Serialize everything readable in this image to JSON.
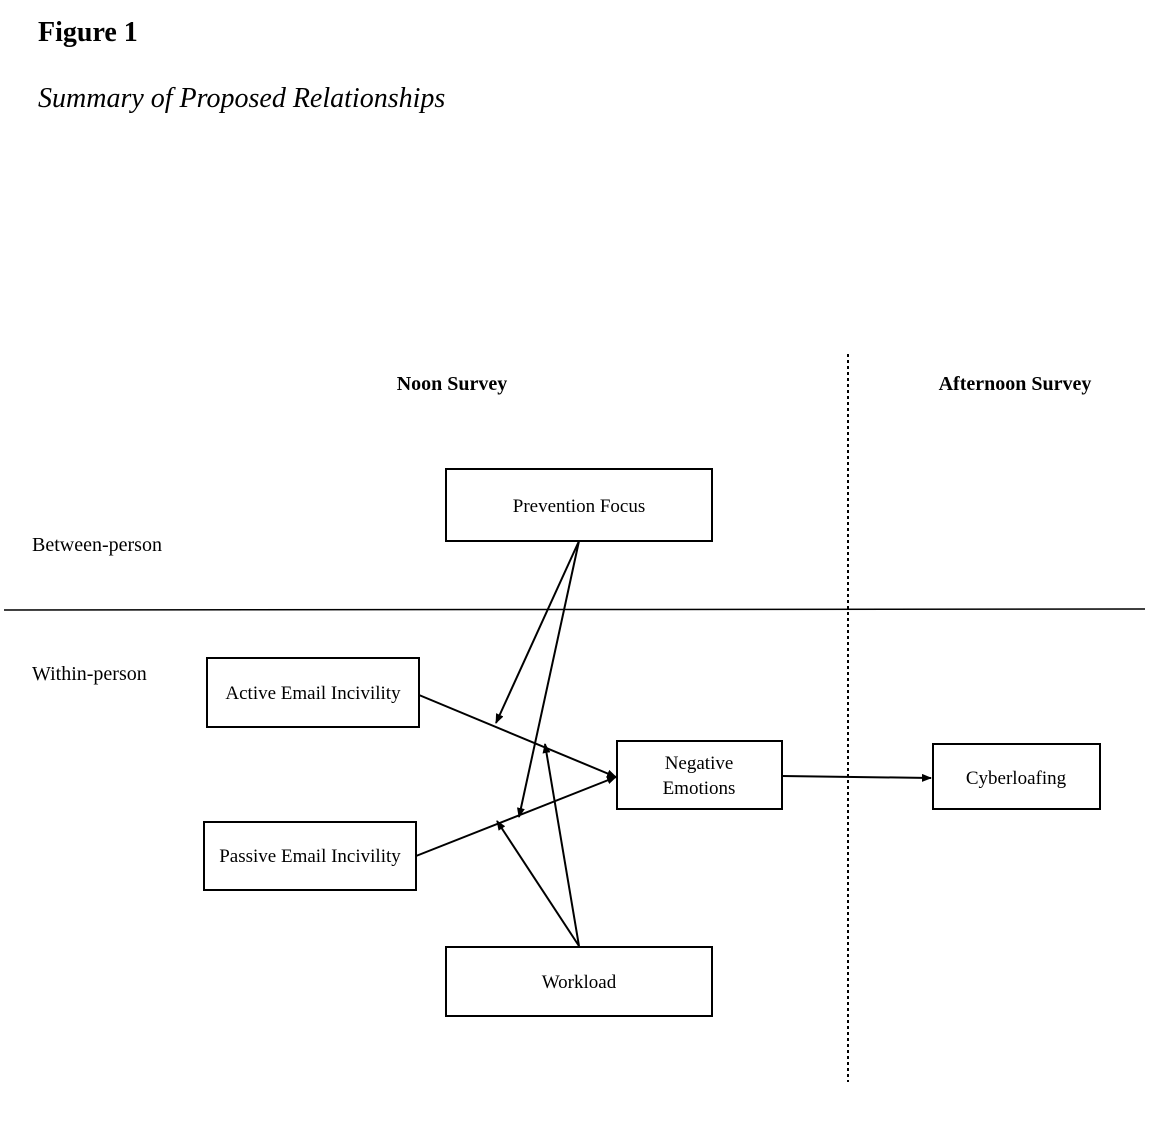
{
  "figure": {
    "label": "Figure 1",
    "title": "Summary of Proposed Relationships"
  },
  "columns": {
    "noon": "Noon Survey",
    "afternoon": "Afternoon Survey"
  },
  "levels": {
    "between": "Between-person",
    "within": "Within-person"
  },
  "nodes": {
    "prevention_focus": "Prevention Focus",
    "active_incivility": "Active Email Incivility",
    "passive_incivility": "Passive Email Incivility",
    "negative_emotions_line1": "Negative",
    "negative_emotions_line2": "Emotions",
    "cyberloafing": "Cyberloafing",
    "workload": "Workload"
  },
  "edges": [
    {
      "from": "Active Email Incivility",
      "to": "Negative Emotions"
    },
    {
      "from": "Passive Email Incivility",
      "to": "Negative Emotions"
    },
    {
      "from": "Negative Emotions",
      "to": "Cyberloafing"
    },
    {
      "from": "Prevention Focus",
      "to": "Active Email Incivility → Negative Emotions",
      "type": "moderation"
    },
    {
      "from": "Prevention Focus",
      "to": "Passive Email Incivility → Negative Emotions",
      "type": "moderation"
    },
    {
      "from": "Workload",
      "to": "Active Email Incivility → Negative Emotions",
      "type": "moderation"
    },
    {
      "from": "Workload",
      "to": "Passive Email Incivility → Negative Emotions",
      "type": "moderation"
    }
  ]
}
